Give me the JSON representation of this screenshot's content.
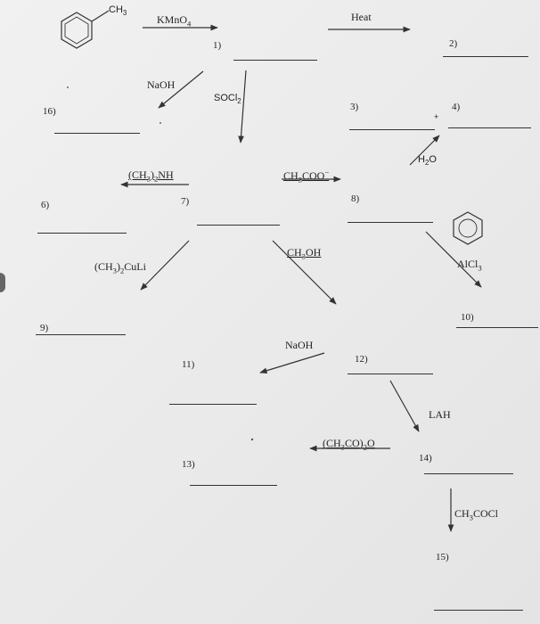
{
  "structures": {
    "toluene_methyl": "CH3",
    "benzene": ""
  },
  "reagents": {
    "kmno4": "KMnO4",
    "heat": "Heat",
    "naoh_1": "NaOH",
    "socl2": "SOCl2",
    "h2o": "H2O",
    "dimethylamine": "(CH3)2NH",
    "acetate": "CH3COO-",
    "methanol": "CH3OH",
    "cuprate": "(CH3)2CuLi",
    "alcl3": "AlCl3",
    "naoh_2": "NaOH",
    "lah": "LAH",
    "acetic_anhydride": "(CH3CO)2O",
    "acetyl_chloride": "CH3COCl"
  },
  "labels": [
    "1)",
    "2)",
    "3)",
    "4)",
    "6)",
    "7)",
    "8)",
    "9)",
    "10)",
    "11)",
    "12)",
    "13)",
    "14)",
    "15)",
    "16)"
  ],
  "symbols": {
    "plus": "+"
  }
}
